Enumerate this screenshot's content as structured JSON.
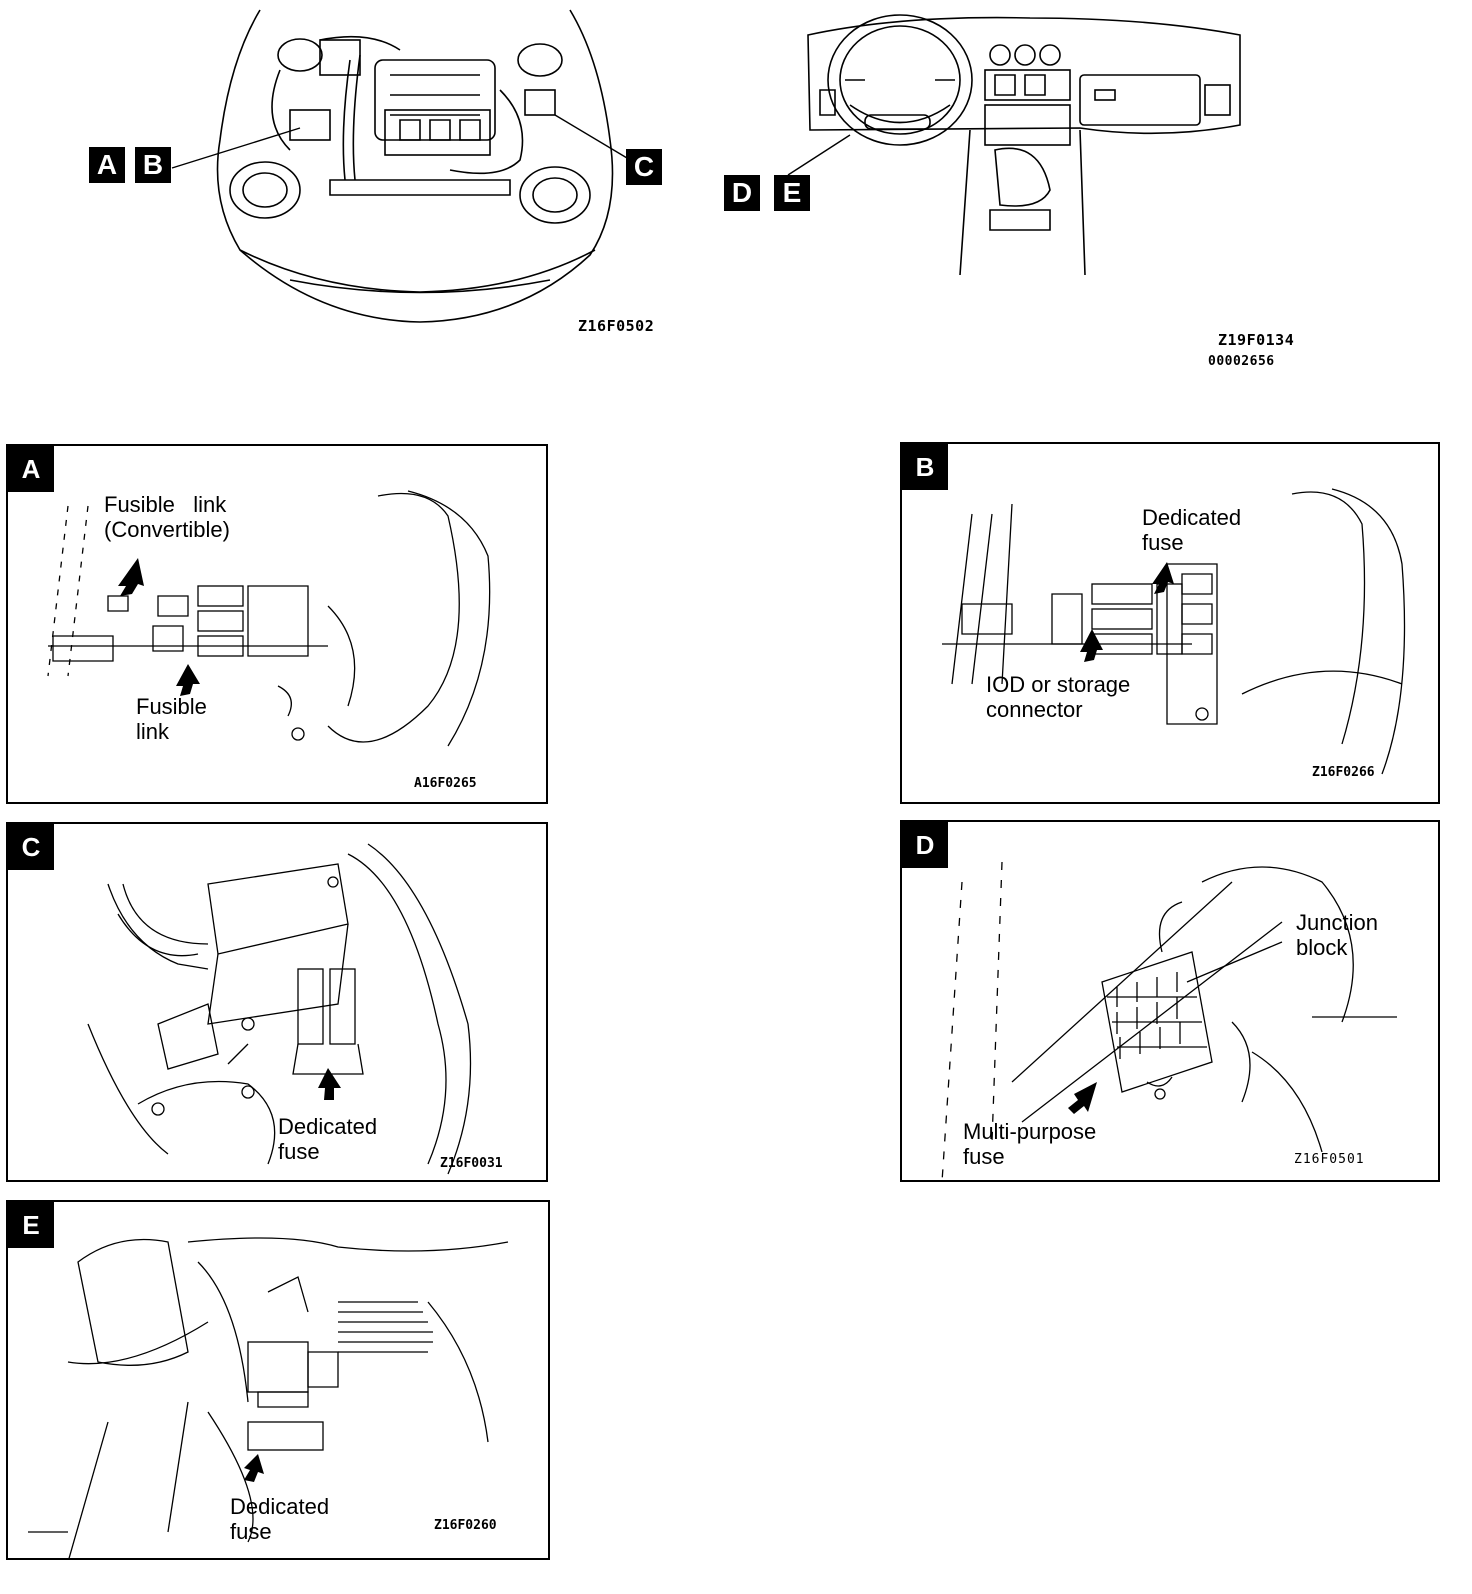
{
  "overview": {
    "engine_bay": {
      "markers": [
        "A",
        "B",
        "C"
      ],
      "code": "Z16F0502"
    },
    "dashboard": {
      "markers": [
        "D",
        "E"
      ],
      "code": "Z19F0134",
      "code2": "00002656"
    }
  },
  "panels": {
    "A": {
      "label": "A",
      "callout1": "Fusible   link\n(Convertible)",
      "callout2": "Fusible\nlink",
      "code": "A16F0265"
    },
    "B": {
      "label": "B",
      "callout1": "Dedicated\nfuse",
      "callout2": "IOD or storage\nconnector",
      "code": "Z16F0266"
    },
    "C": {
      "label": "C",
      "callout1": "Dedicated\nfuse",
      "code": "Z16F0031"
    },
    "D": {
      "label": "D",
      "callout1": "Junction\nblock",
      "callout2": "Multi-purpose\nfuse",
      "code": "Z16F0501"
    },
    "E": {
      "label": "E",
      "callout1": "Dedicated\nfuse",
      "code": "Z16F0260"
    }
  }
}
